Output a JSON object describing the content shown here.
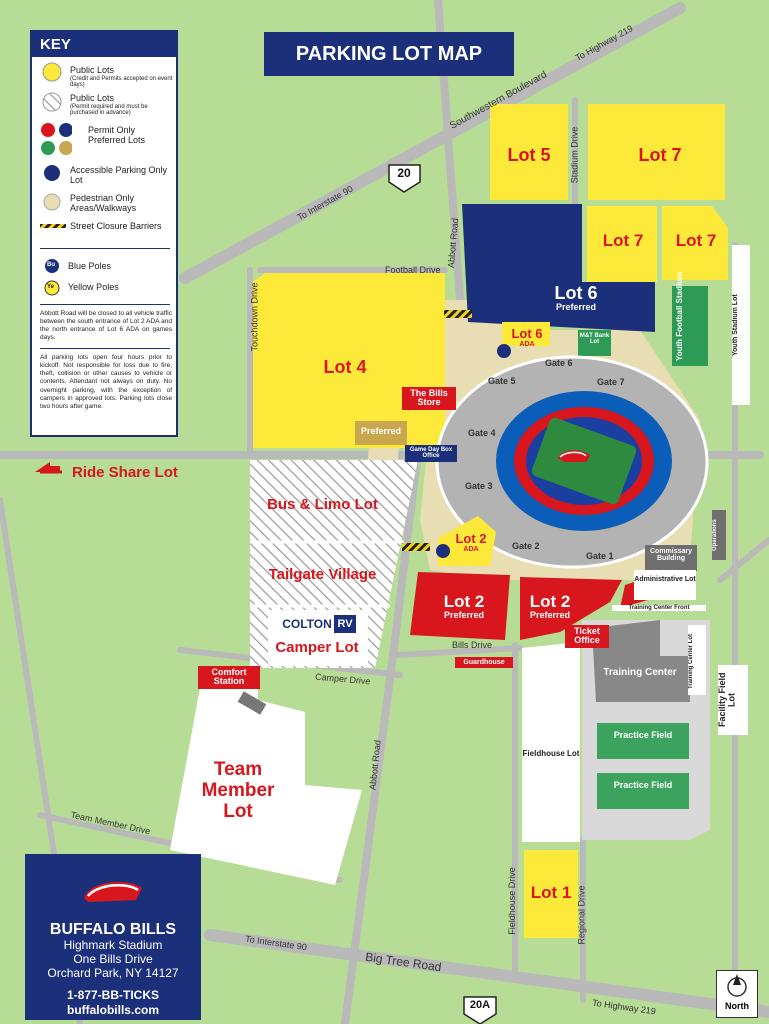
{
  "title": "PARKING LOT MAP",
  "key": {
    "heading": "KEY",
    "public_lots": "Public Lots",
    "public_lots_note": "(Credit and Permits accepted on event days)",
    "public_lots_hatched": "Public Lots",
    "public_lots_hatched_note": "(Permit required and must be purchased in advance)",
    "permit_only": "Permit Only",
    "preferred_lots": "Preferred Lots",
    "accessible": "Accessible Parking Only Lot",
    "pedestrian": "Pedestrian Only Areas/Walkways",
    "street_closure": "Street Closure Barriers",
    "blue_poles": "Blue Poles",
    "blue_poles_badge": "Bu",
    "yellow_poles": "Yellow Poles",
    "yellow_poles_badge": "Ye",
    "note_abbott": "Abbott Road will be closed to all vehicle traffic between the south entrance of Lot 2 ADA and the north entrance of Lot 6 ADA on games days.",
    "note_lots": "All parking lots open four hours prior to kickoff. Not responsible for loss due to fire, theft, collision or other causes to vehicle or contents. Attendant not always on duty. No overnight parking, with the exception of campers in approved lots. Parking lots close two hours after game."
  },
  "lots": {
    "lot5": "Lot 5",
    "lot7a": "Lot 7",
    "lot7b": "Lot 7",
    "lot7c": "Lot 7",
    "lot6": "Lot 6",
    "lot6_sub": "Preferred",
    "lot6ada": "Lot 6",
    "lot6ada_sub": "ADA",
    "lot4": "Lot 4",
    "preferred": "Preferred",
    "bus_limo": "Bus & Limo Lot",
    "tailgate": "Tailgate Village",
    "camper": "Camper Lot",
    "colton": "COLTON",
    "colton_rv": "RV",
    "lot2ada": "Lot 2",
    "lot2ada_sub": "ADA",
    "lot2a": "Lot 2",
    "lot2a_sub": "Preferred",
    "lot2b": "Lot 2",
    "lot2b_sub": "Preferred",
    "team_member": "Team Member Lot",
    "fieldhouse": "Fieldhouse Lot",
    "lot1": "Lot 1",
    "admin": "Administrative Lot",
    "training_center_lot": "Training Center Lot",
    "facility_field": "Facility Field Lot",
    "youth_stadium_lot": "Youth Stadium Lot",
    "mt_bank": "M&T Bank Lot"
  },
  "places": {
    "youth_football": "Youth Football Stadium",
    "bills_store": "The Bills Store",
    "game_day": "Game Day Box Office",
    "ticket_office": "Ticket Office",
    "guardhouse": "Guardhouse",
    "comfort": "Comfort Station",
    "training_center": "Training Center",
    "training_center_front": "Training Center Front",
    "commissary": "Commissary Building",
    "operations": "Operations",
    "practice1": "Practice Field",
    "practice2": "Practice Field",
    "ride_share": "Ride Share Lot"
  },
  "gates": {
    "g1": "Gate 1",
    "g2": "Gate 2",
    "g3": "Gate 3",
    "g4": "Gate 4",
    "g5": "Gate 5",
    "g6": "Gate 6",
    "g7": "Gate 7"
  },
  "roads": {
    "southwestern": "Southwestern Boulevard",
    "to_219_top": "To Highway 219",
    "to_90_top": "To Interstate 90",
    "route20": "20",
    "route20a": "20A",
    "stadium_drive": "Stadium Drive",
    "abbott_top": "Abbott Road",
    "abbott_bottom": "Abbott Road",
    "football_drive": "Football Drive",
    "touchdown": "Touchdown Drive",
    "bills_drive": "Bills Drive",
    "camper_drive": "Camper Drive",
    "team_member_drive": "Team Member Drive",
    "fieldhouse_drive": "Fieldhouse Drive",
    "regional_drive": "Regional Drive",
    "big_tree": "Big Tree Road",
    "to_90_bottom": "To Interstate 90",
    "to_219_bottom": "To Highway 219"
  },
  "brand": {
    "name": "BUFFALO BILLS",
    "stadium": "Highmark Stadium",
    "street": "One Bills Drive",
    "city": "Orchard Park, NY 14127",
    "phone": "1-877-BB-TICKS",
    "web": "buffalobills.com"
  },
  "north": "North",
  "colors": {
    "grass": "#b7dc95",
    "yellow": "#fde93a",
    "navy": "#1c2f7a",
    "red": "#d7161e",
    "green": "#2d9a55",
    "tan": "#e9ddb3",
    "road": "#b9b9b9"
  }
}
